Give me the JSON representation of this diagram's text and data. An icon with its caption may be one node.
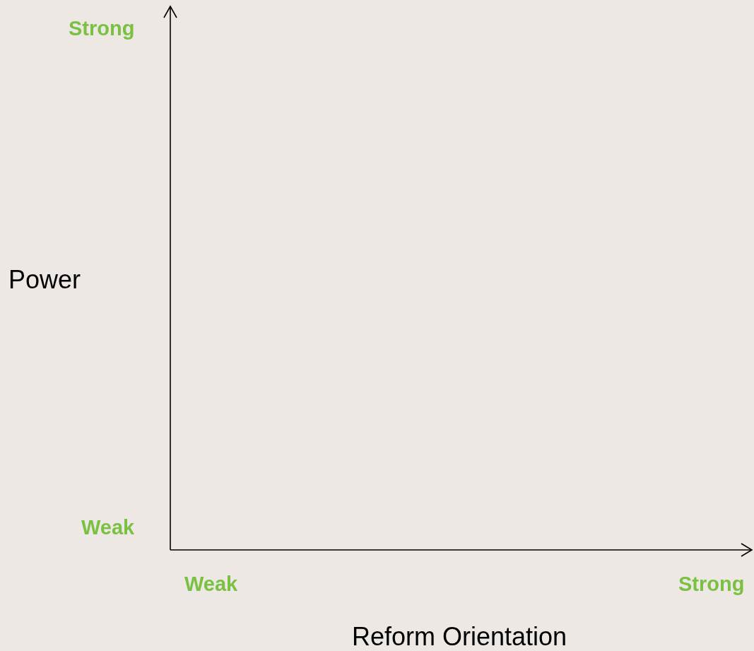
{
  "diagram": {
    "labels": [
      "Strong",
      "Power",
      "Weak",
      "Weak",
      "Strong",
      "Reform Orientation"
    ]
  }
}
